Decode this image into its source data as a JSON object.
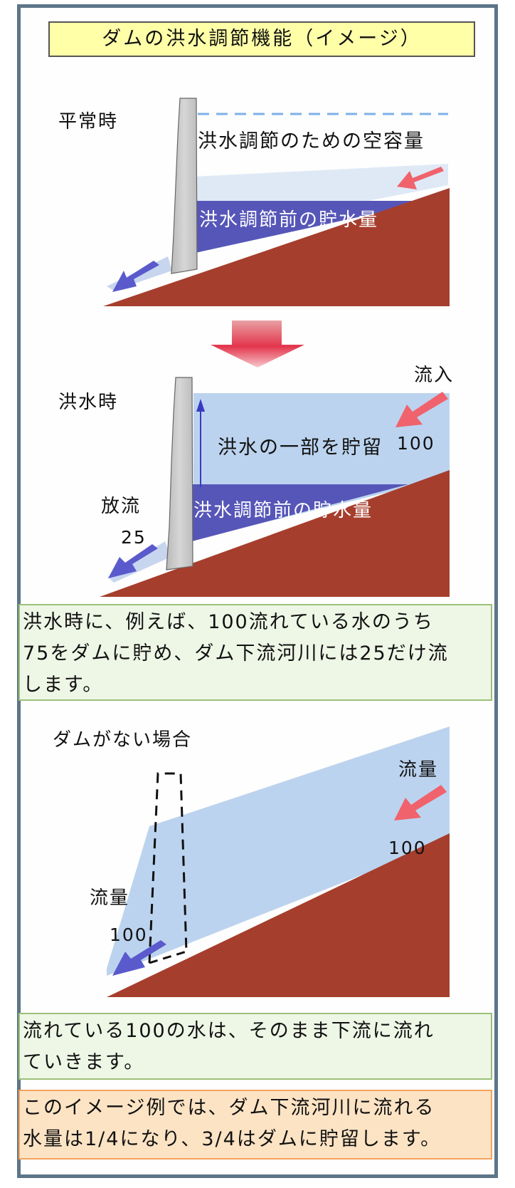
{
  "title": "ダムの洪水調節機能（イメージ）",
  "normal": {
    "heading": "平常時",
    "empty_capacity": "洪水調節のための空容量",
    "storage_before": "洪水調節前の貯水量"
  },
  "flood": {
    "heading": "洪水時",
    "inflow_label": "流入",
    "inflow_value": "100",
    "stored_label": "洪水の一部を貯留",
    "storage_before": "洪水調節前の貯水量",
    "release_label": "放流",
    "release_value": "25"
  },
  "flood_note": {
    "line1": "洪水時に、例えば、100流れている水のうち",
    "line2": "75をダムに貯め、ダム下流河川には25だけ流",
    "line3": "します。"
  },
  "no_dam": {
    "heading": "ダムがない場合",
    "flow_in_label": "流量",
    "flow_in_value": "100",
    "flow_out_label": "流量",
    "flow_out_value": "100"
  },
  "no_dam_note": {
    "line1": "流れている100の水は、そのまま下流に流れ",
    "line2": "ていきます。"
  },
  "summary_note": {
    "line1": "このイメージ例では、ダム下流河川に流れる",
    "line2": "水量は1/4になり、3/4はダムに貯留します。"
  },
  "colors": {
    "frame": "#5d7588",
    "title_bg": "#ffffa8",
    "ground": "#a63e2d",
    "reservoir": "#5656b8",
    "flood_water": "#bcd3ef",
    "dam": "#c8c8c8",
    "inflow_arrow": "#f0626c",
    "outflow_arrow": "#5a5acc",
    "note_green_bg": "#eef6e6",
    "note_orange_bg": "#fce3c4"
  }
}
